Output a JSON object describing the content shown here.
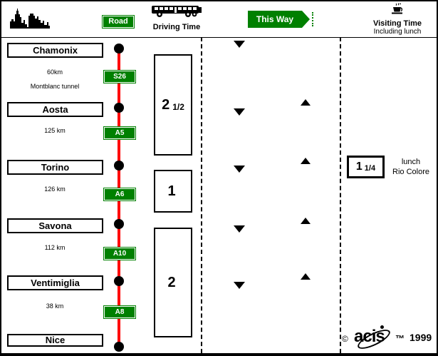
{
  "header": {
    "road_badge": "Road",
    "driving_time_label": "Driving Time",
    "this_way_badge": "This Way",
    "visiting_time_label": "Visiting Time",
    "visiting_time_sublabel": "Including lunch"
  },
  "colors": {
    "road_sign_green": "#008000",
    "route_red": "#FF0000",
    "ink": "#000000"
  },
  "icons": {
    "top_left": "city-skyline-icon",
    "driving": "bus-icon",
    "visiting": "coffee-cup-icon",
    "direction_down": "down-triangle-icon",
    "direction_up": "up-triangle-icon"
  },
  "route": {
    "cities": [
      "Chamonix",
      "Aosta",
      "Torino",
      "Savona",
      "Ventimiglia",
      "Nice"
    ],
    "segments": [
      {
        "distance": "60km",
        "note": "Montblanc tunnel",
        "road": "S26"
      },
      {
        "distance": "125 km",
        "note": "",
        "road": "A5"
      },
      {
        "distance": "126 km",
        "note": "",
        "road": "A6"
      },
      {
        "distance": "112 km",
        "note": "",
        "road": "A10"
      },
      {
        "distance": "38 km",
        "note": "",
        "road": "A8"
      }
    ]
  },
  "driving_times": [
    {
      "hours": "2",
      "fraction": "1/2"
    },
    {
      "hours": "1",
      "fraction": ""
    },
    {
      "hours": "2",
      "fraction": ""
    }
  ],
  "visiting_time": {
    "hours": "1",
    "fraction": "1/4",
    "note_line1": "lunch",
    "note_line2": "Rio Colore"
  },
  "footer": {
    "copyright": "©",
    "brand": "acis",
    "trademark": "™",
    "year": "1999"
  }
}
